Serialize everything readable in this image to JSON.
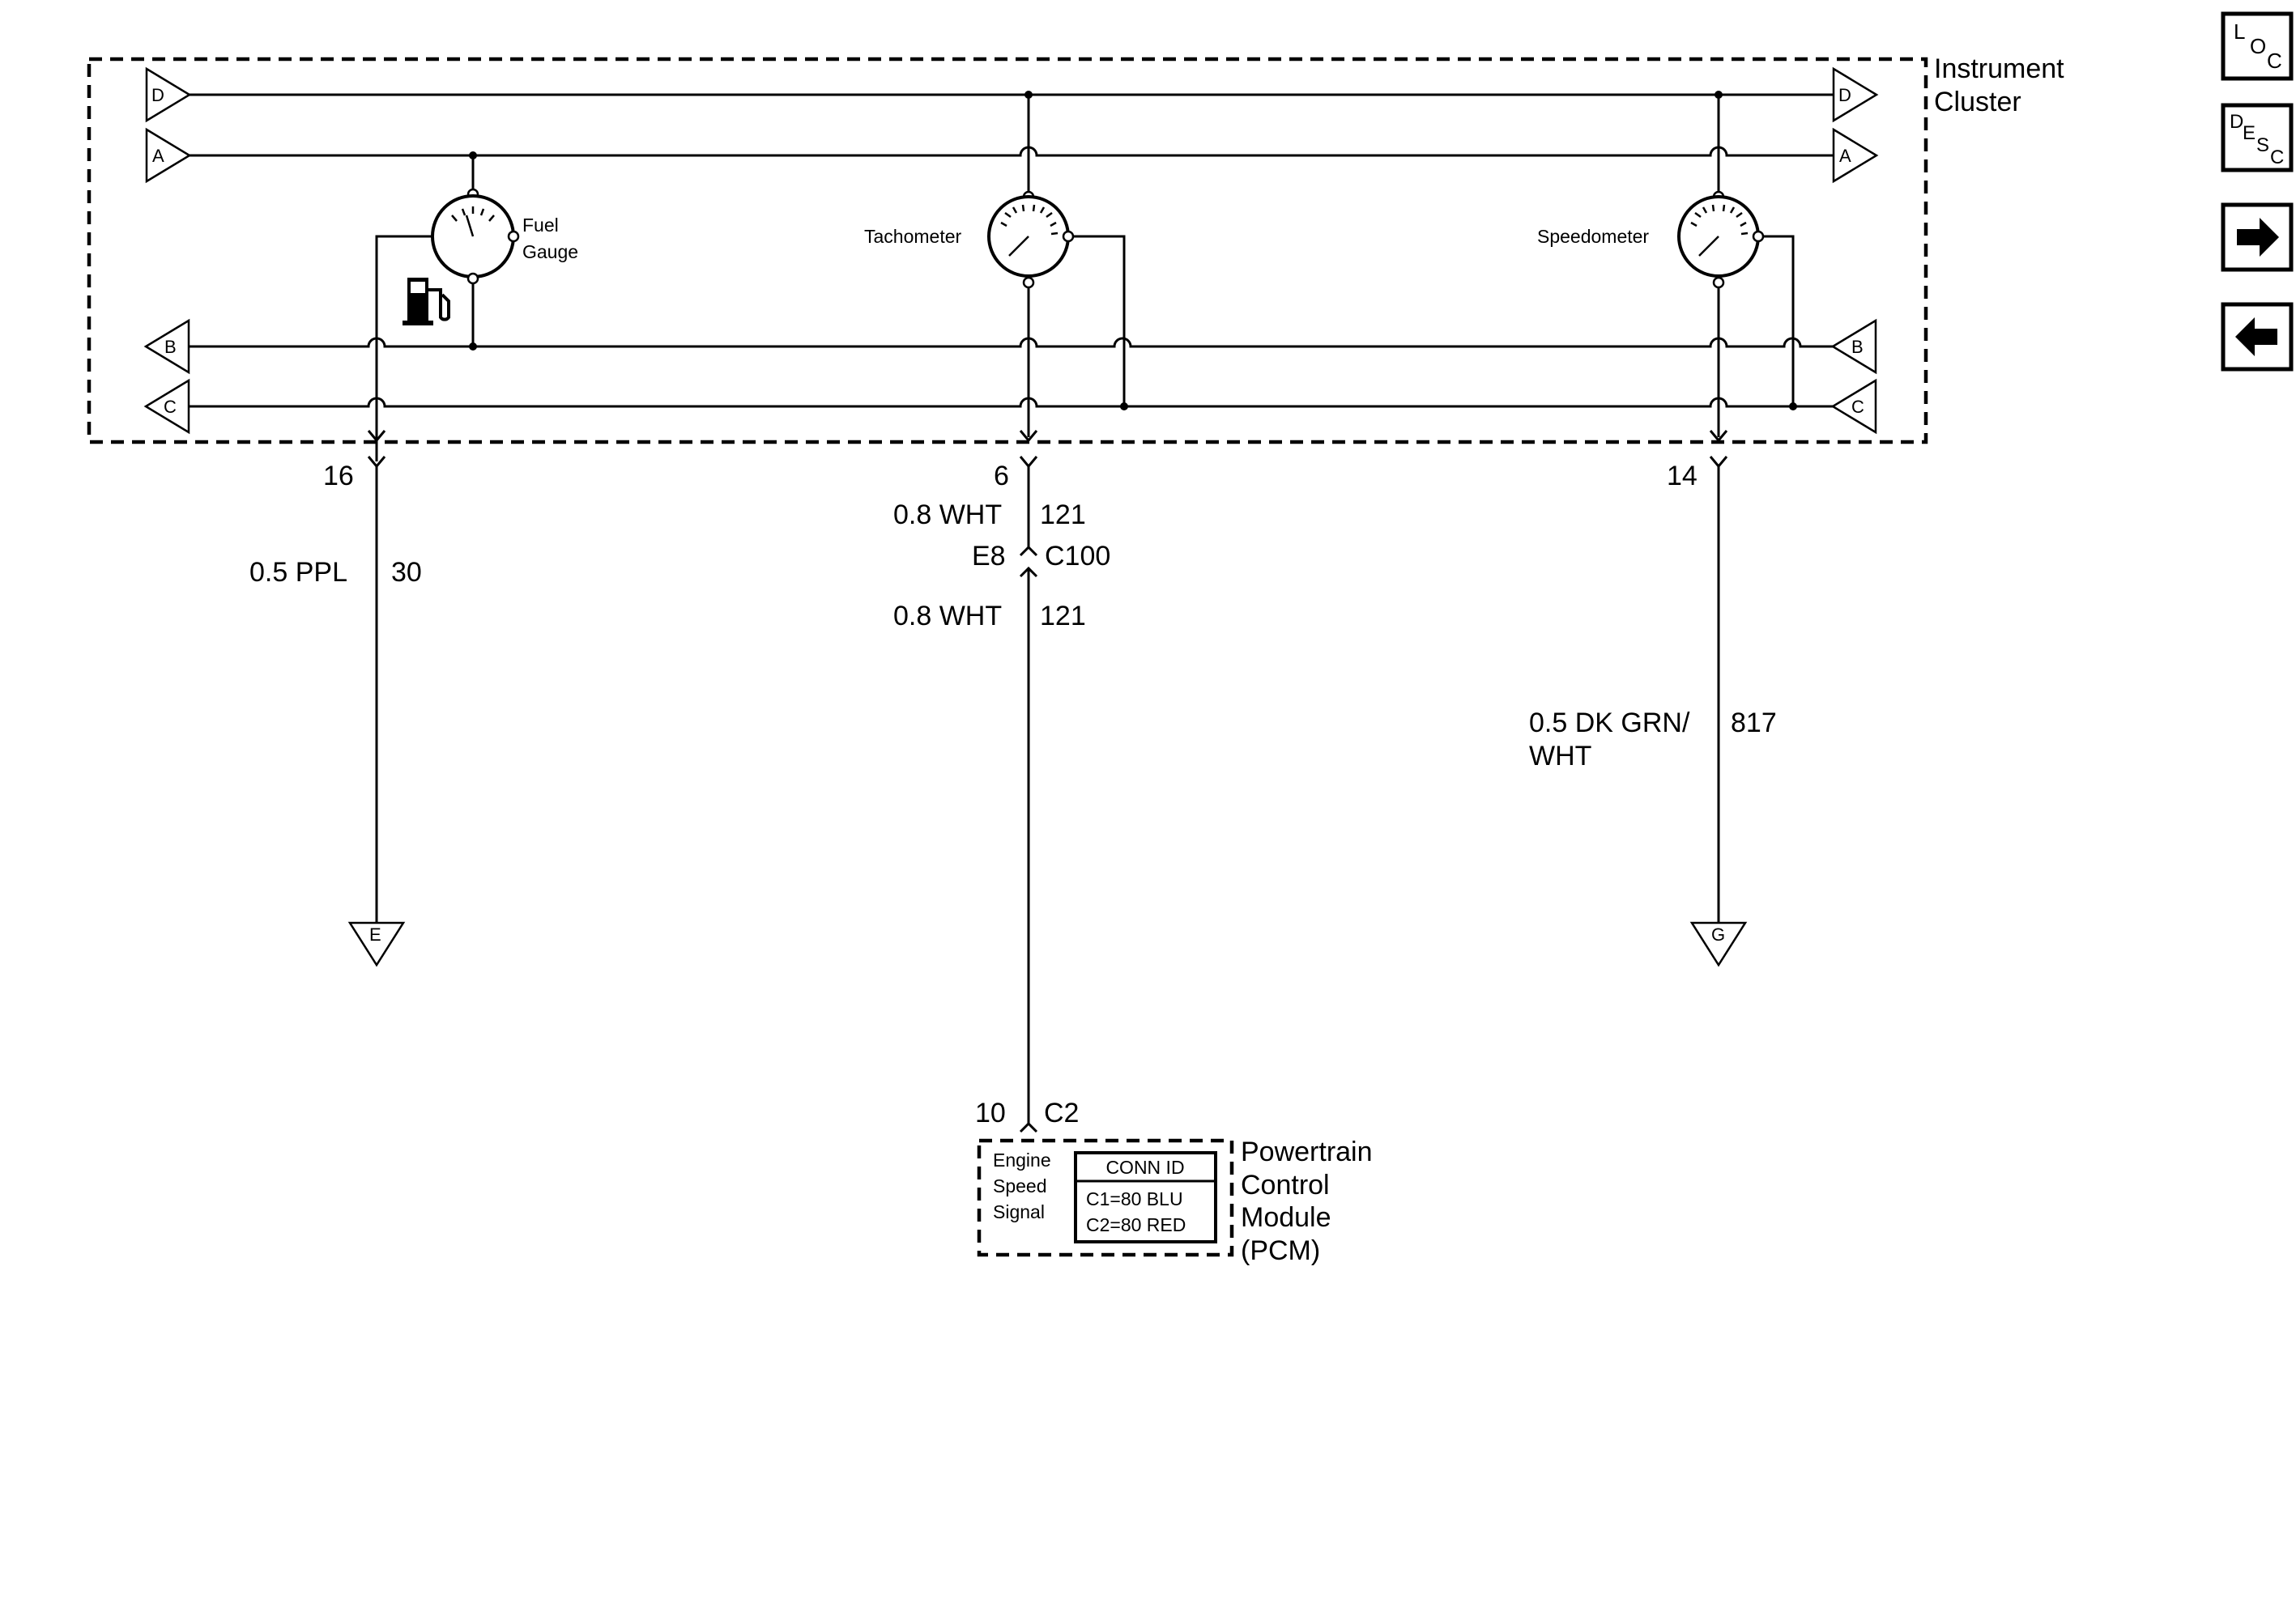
{
  "instrument_cluster": {
    "title_line1": "Instrument",
    "title_line2": "Cluster"
  },
  "buses": {
    "d": "D",
    "a": "A",
    "b": "B",
    "c": "C"
  },
  "gauges": {
    "fuel_line1": "Fuel",
    "fuel_line2": "Gauge",
    "tachometer": "Tachometer",
    "speedometer": "Speedometer"
  },
  "pins": {
    "fuel": "16",
    "tach": "6",
    "speedo": "14"
  },
  "wires": {
    "fuel_color": "0.5 PPL",
    "fuel_circuit": "30",
    "tach_color_upper": "0.8 WHT",
    "tach_circuit_upper": "121",
    "connector_cavity": "E8",
    "connector_id": "C100",
    "tach_color_lower": "0.8 WHT",
    "tach_circuit_lower": "121",
    "speedo_color_line1": "0.5 DK GRN/",
    "speedo_color_line2": "WHT",
    "speedo_circuit": "817"
  },
  "grounds": {
    "fuel": "E",
    "speedo": "G"
  },
  "pcm": {
    "pin": "10",
    "connector": "C2",
    "signal_line1": "Engine",
    "signal_line2": "Speed",
    "signal_line3": "Signal",
    "conn_id_header": "CONN ID",
    "conn_id_row1": "C1=80 BLU",
    "conn_id_row2": "C2=80 RED",
    "title_line1": "Powertrain",
    "title_line2": "Control",
    "title_line3": "Module",
    "title_line4": "(PCM)"
  },
  "nav": {
    "loc": {
      "l": "L",
      "o": "O",
      "c": "C"
    },
    "desc": {
      "d": "D",
      "e": "E",
      "s": "S",
      "c": "C"
    },
    "next_icon": "right-arrow-icon",
    "prev_icon": "left-arrow-icon"
  }
}
